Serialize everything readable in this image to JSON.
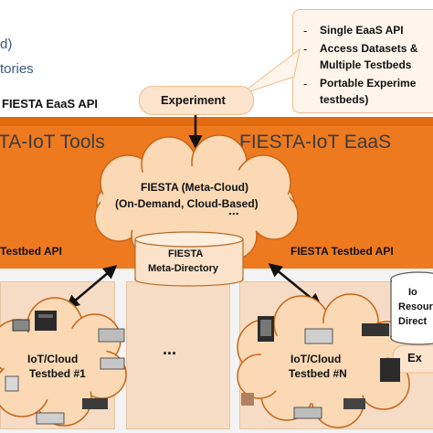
{
  "top_left": {
    "line1": "d)",
    "line2": "tories",
    "api_label": "FIESTA EaaS API"
  },
  "callout": {
    "title": "Single EaaS API",
    "item1_a": "Access Datasets &",
    "item1_b": "Multiple Testbeds",
    "item2_a": "Portable Experime",
    "item2_b": "testbeds)",
    "bullet": "-"
  },
  "experiment_label": "Experiment",
  "band": {
    "tools_title": "TA-IoT Tools",
    "eaas_title": "FIESTA-IoT EaaS"
  },
  "metacloud": {
    "line1": "FIESTA (Meta-Cloud)",
    "line2": "(On-Demand, Cloud-Based)",
    "dots": "..."
  },
  "metadirectory": {
    "line1": "FIESTA",
    "line2": "Meta-Directory"
  },
  "testbed_api_left": "Testbed API",
  "testbed_api_right": "FIESTA Testbed API",
  "testbed1": {
    "line1": "IoT/Cloud",
    "line2": "Testbed #1"
  },
  "testbedN": {
    "line1": "IoT/Cloud",
    "line2": "Testbed #N"
  },
  "middle_dots": "...",
  "right_res_dir": {
    "line1": "Io",
    "line2": "Resour",
    "line3": "Direct"
  },
  "right_ex": "Ex",
  "colors": {
    "band": "#ee7a1f",
    "panel": "#f6dcc4",
    "cloud_fill": "#fad9b4",
    "cloud_stroke": "#c8651a",
    "arrow": "#111111"
  }
}
